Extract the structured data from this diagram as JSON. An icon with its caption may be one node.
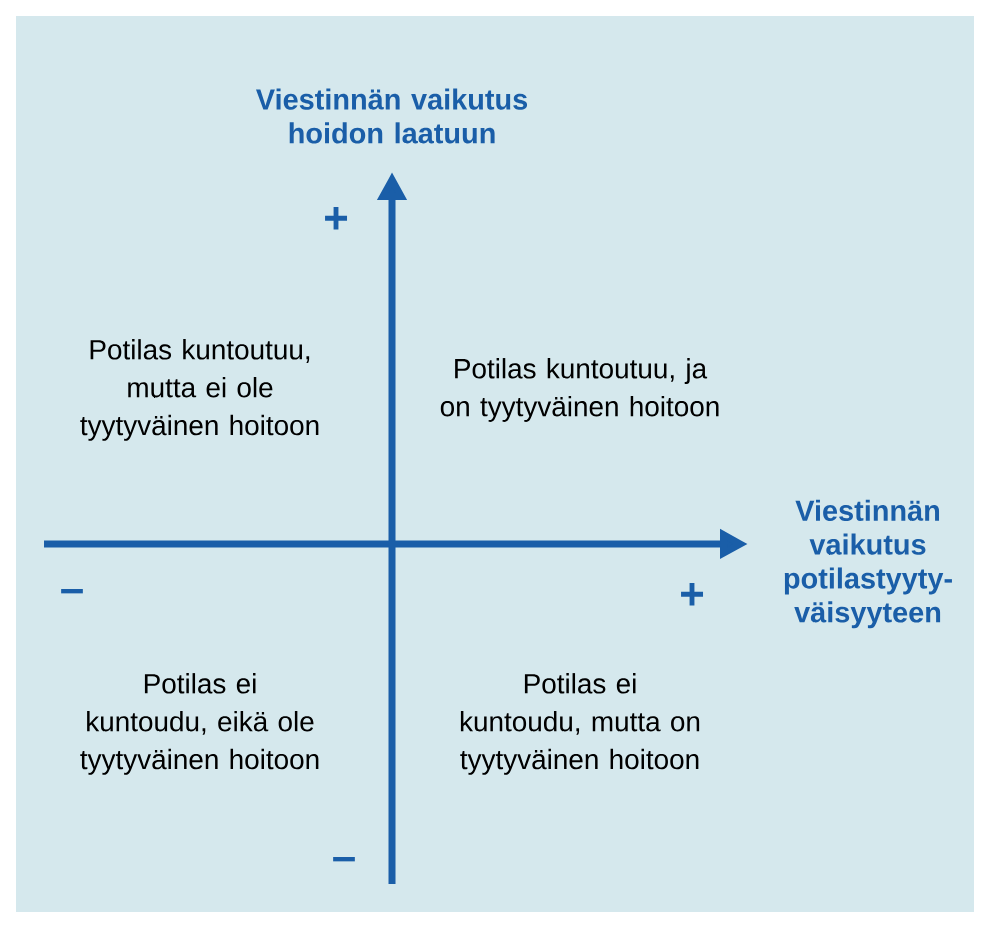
{
  "diagram": {
    "labels": [
      "Viestinnän vaikutus hoidon laatuun",
      "+",
      "Potilas kuntoutuu, mutta ei ole tyytyväinen hoitoon",
      "Potilas kuntoutuu, ja on tyytyväinen hoitoon",
      "Viestinnän vaikutus potilastyyty-väisyyteen",
      "–",
      "+",
      "Potilas ei kuntoudu, eikä ole tyytyväinen hoitoon",
      "Potilas ei kuntoudu, mutta on tyytyväinen hoitoon",
      "–"
    ]
  }
}
